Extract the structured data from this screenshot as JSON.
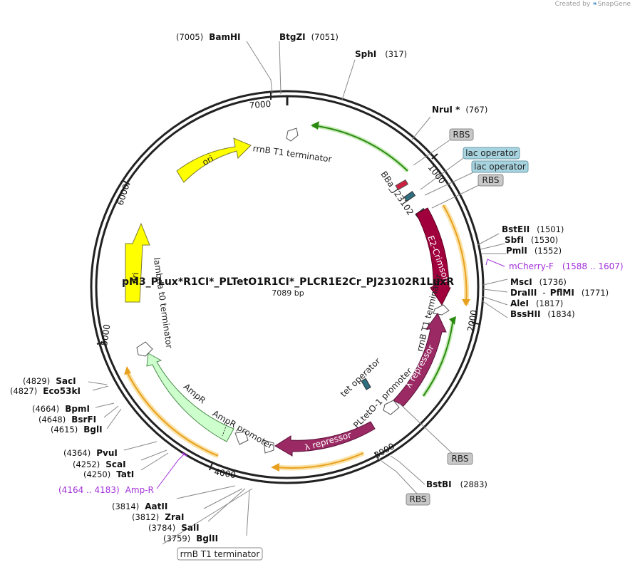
{
  "credit": {
    "created_by": "Created by",
    "brand": "SnapGene"
  },
  "plasmid": {
    "name": "pM3_PLux*R1CI*_PLTetO1R1CI*_PLCR1E2Cr_PJ23102R1LuxR",
    "length_label": "7089 bp"
  },
  "ticks": [
    "1000",
    "2000",
    "3000",
    "4000",
    "5000",
    "6000",
    "7000"
  ],
  "sites": [
    {
      "name": "BamHI",
      "pos": "(7005)"
    },
    {
      "name": "BtgZI",
      "pos": "(7051)"
    },
    {
      "name": "SphI",
      "pos": "(317)"
    },
    {
      "name": "NruI *",
      "pos": "(767)"
    },
    {
      "name": "BstEII",
      "pos": "(1501)"
    },
    {
      "name": "SbfI",
      "pos": "(1530)"
    },
    {
      "name": "PmlI",
      "pos": "(1552)"
    },
    {
      "name": "MscI",
      "pos": "(1736)"
    },
    {
      "name": "DraIII",
      "sep": "-",
      "name2": "PflMI",
      "pos": "(1771)"
    },
    {
      "name": "AleI",
      "pos": "(1817)"
    },
    {
      "name": "BssHII",
      "pos": "(1834)"
    },
    {
      "name": "BstBI",
      "pos": "(2883)"
    },
    {
      "name": "BglII",
      "pos": "(3759)"
    },
    {
      "name": "SalI",
      "pos": "(3784)"
    },
    {
      "name": "ZraI",
      "pos": "(3812)"
    },
    {
      "name": "AatII",
      "pos": "(3814)"
    },
    {
      "name": "TatI",
      "pos": "(4250)"
    },
    {
      "name": "ScaI",
      "pos": "(4252)"
    },
    {
      "name": "PvuI",
      "pos": "(4364)"
    },
    {
      "name": "BglI",
      "pos": "(4615)"
    },
    {
      "name": "BsrFI",
      "pos": "(4648)"
    },
    {
      "name": "BpmI",
      "pos": "(4664)"
    },
    {
      "name": "Eco53kI",
      "pos": "(4827)"
    },
    {
      "name": "SacI",
      "pos": "(4829)"
    }
  ],
  "primers": [
    {
      "name": "mCherry-F",
      "pos": "(1588 .. 1607)"
    },
    {
      "name": "Amp-R",
      "pos": "(4164 .. 4183)"
    }
  ],
  "boxed_labels": {
    "rbs": [
      "RBS",
      "RBS",
      "RBS",
      "RBS"
    ],
    "lac_operator": [
      "lac operator",
      "lac operator"
    ],
    "rrnb_box": "rrnB T1 terminator"
  },
  "features": {
    "ori_top": "ori",
    "ori_left": "ori",
    "e2_crimson": "E2-Crimson",
    "lambda_rep_right": "λ repressor",
    "lambda_rep_bottom": "λ repressor",
    "ampr": "AmpR",
    "ampr_promoter": "AmpR promoter",
    "pltet_promoter": "PLtetO-1 promoter",
    "tet_operator": "tet operator",
    "bba": "BBa_J23102",
    "rrnb_top": "rrnB T1 terminator",
    "rrnb_right": "rrnB T1 terminator",
    "lambda_t0": "lambda t0 terminator"
  },
  "colors": {
    "backbone": "#222222",
    "ori": "#ffff00",
    "e2_crimson": "#a0003c",
    "lambda_repressor": "#9b2a64",
    "ampr": "#ccffcc",
    "orange_ring": "#f0b040",
    "green_ring": "#2a8a10",
    "lac_operator_box": "#a8d4e0",
    "rbs_box": "#c8c8c8",
    "primer": "#a030d8",
    "operator_block": "#2e6e80"
  }
}
